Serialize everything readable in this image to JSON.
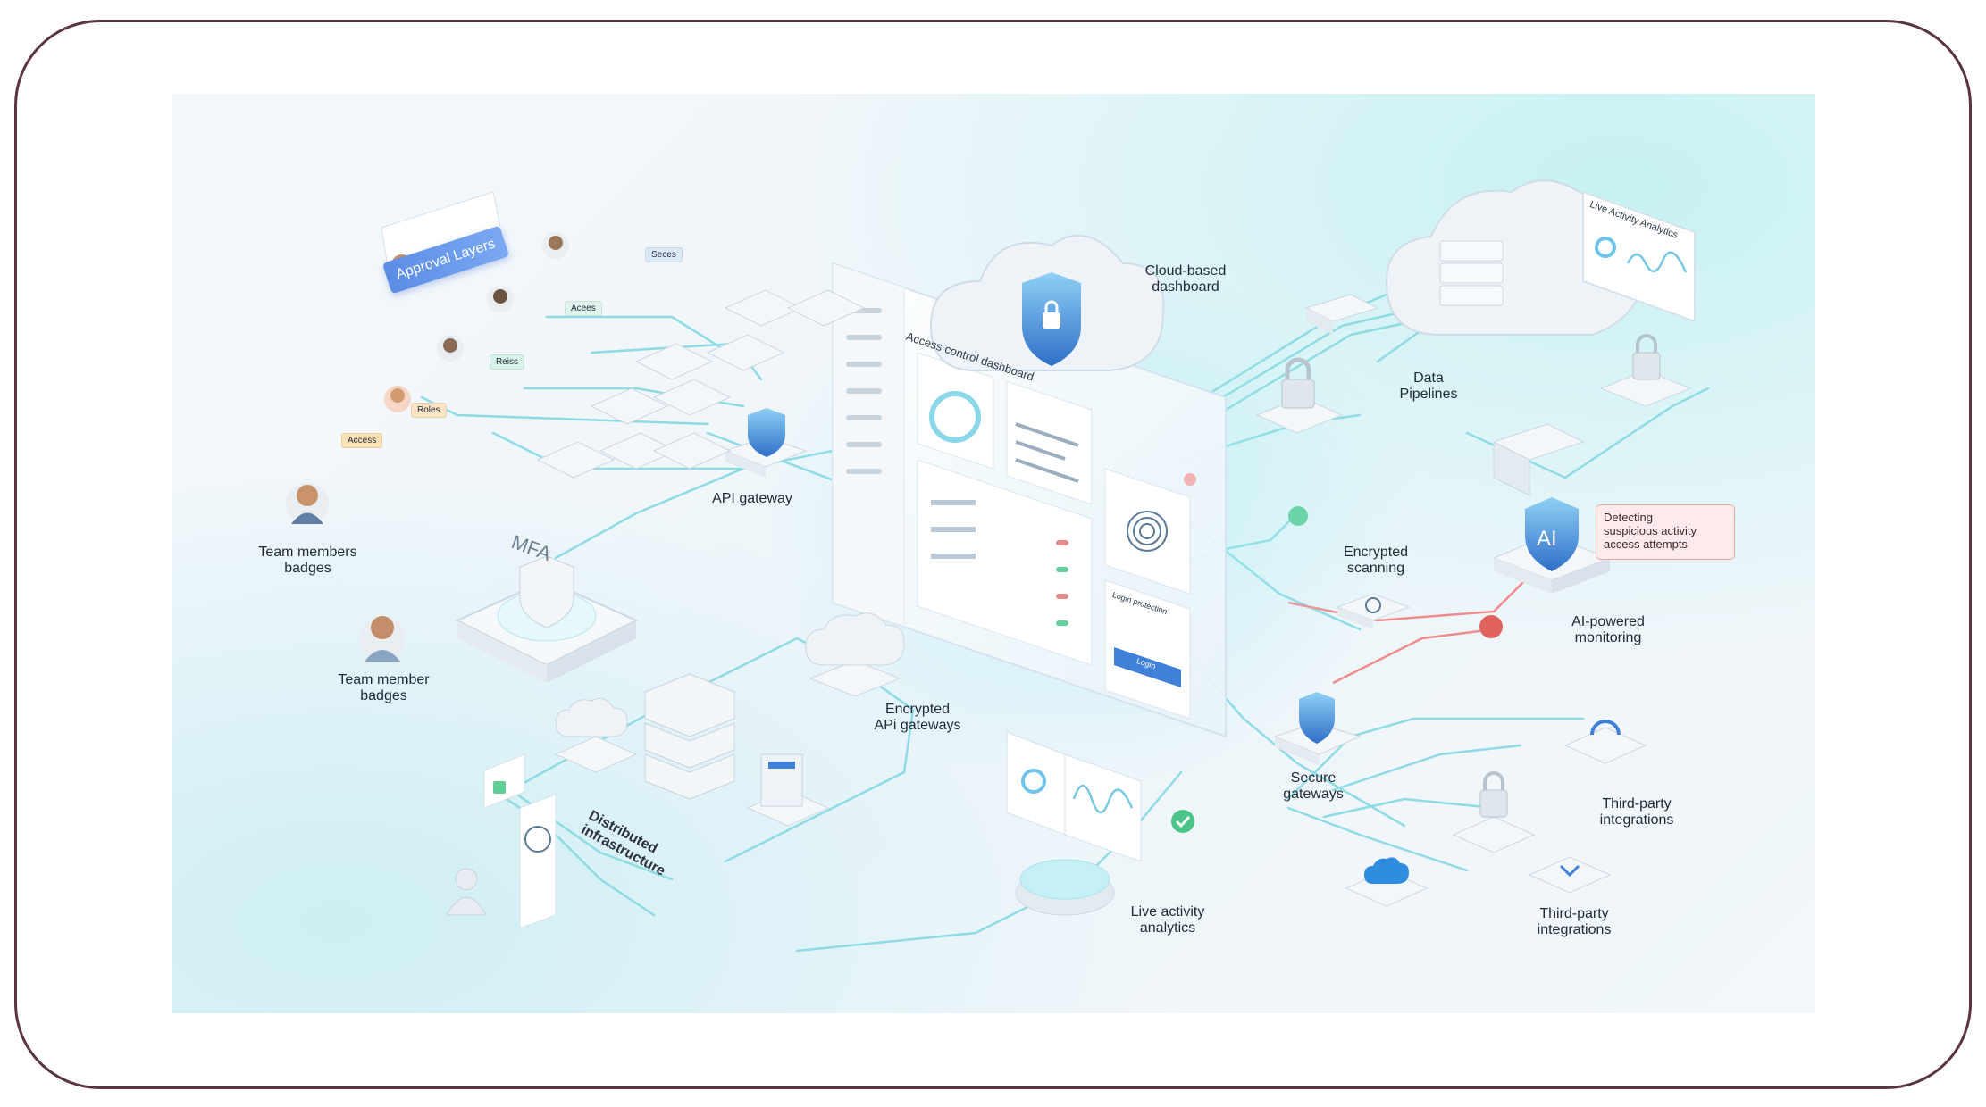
{
  "colors": {
    "frame": "#5a3345",
    "line": "#8fdbe5",
    "alert_line": "#f08c8c",
    "accent_blue": "#3f80d8",
    "green": "#4cc58a",
    "red": "#e0625f"
  },
  "labels": {
    "api_gateway": "API gateway",
    "team_members_badges": "Team members\nbadges",
    "team_member_badges": "Team member\nbadges",
    "cloud_dashboard": "Cloud-based\ndashboard",
    "data_pipelines": "Data\nPipelines",
    "encrypted_scanning": "Encrypted\nscanning",
    "ai_monitoring": "AI-powered\nmonitoring",
    "encrypted_api_gateways": "Encrypted\nAPi gateways",
    "secure_gateways": "Secure\ngateways",
    "third_party_1": "Third-party\nintegrations",
    "third_party_2": "Third-party\nintegrations",
    "live_activity": "Live activity\nanalytics",
    "distributed": "Distributed\ninfrastructure"
  },
  "tags": {
    "seces": "Seces",
    "acees": "Acees",
    "reiss": "Reiss",
    "roles": "Roles",
    "access": "Access"
  },
  "approval_layers": "Approval Layers",
  "mfa": "MFA",
  "ai": "AI",
  "alert": "Detecting\nsuspicious activity\naccess attempts",
  "dashboard": {
    "title": "Access control dashboard",
    "panel_texts": [
      "Login protection",
      "Login"
    ]
  },
  "live_panel_title": "Live Activity Analytics"
}
